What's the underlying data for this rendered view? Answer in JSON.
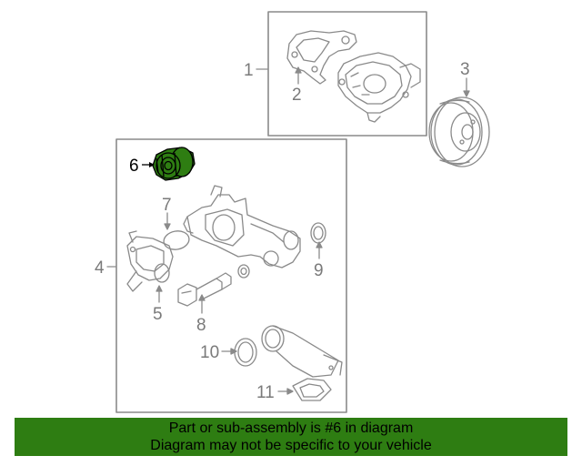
{
  "colors": {
    "line": "#8a8a8a",
    "highlight_fill": "#2e7d12",
    "banner_bg": "#2e7d12",
    "banner_text": "#000000"
  },
  "callouts": {
    "c1": "1",
    "c2": "2",
    "c3": "3",
    "c4": "4",
    "c5": "5",
    "c6": "6",
    "c7": "7",
    "c8": "8",
    "c9": "9",
    "c10": "10",
    "c11": "11"
  },
  "banner": {
    "line1": "Part or sub-assembly is #6 in diagram",
    "line2": "Diagram may not be specific to your vehicle"
  }
}
